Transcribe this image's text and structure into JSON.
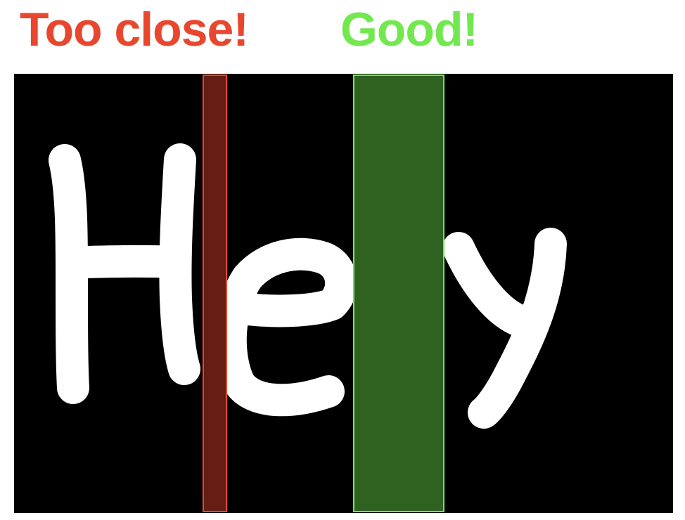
{
  "labels": {
    "too_close": "Too close!",
    "good": "Good!"
  },
  "colors": {
    "too_close": "#e8472e",
    "good": "#72e84f",
    "too_close_fill": "#651d14",
    "good_fill": "#2f6120",
    "canvas_background": "#000000",
    "stroke": "#ffffff"
  },
  "handwritten_text": "Hey"
}
